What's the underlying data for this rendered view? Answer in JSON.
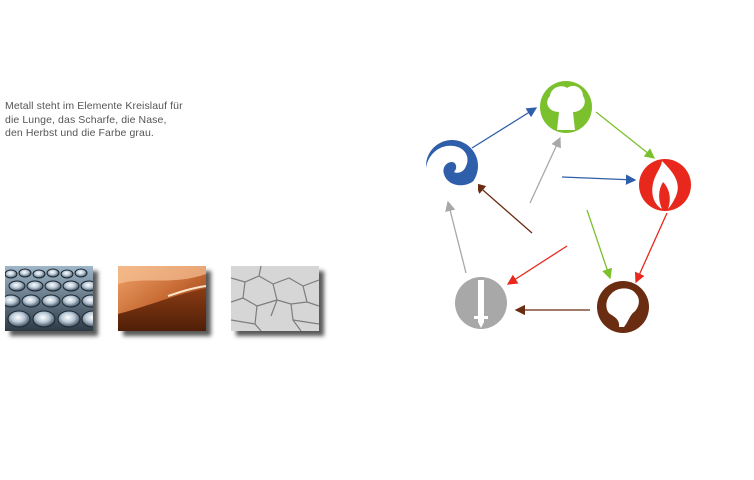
{
  "description_text": "Metall steht im Elemente Kreislauf für\ndie Lunge, das Scharfe, die Nase,\nden Herbst und die Farbe grau.",
  "thumbnails": [
    {
      "icon": "metal-cans-photo"
    },
    {
      "icon": "orange-sand-dune-photo"
    },
    {
      "icon": "cracked-dry-earth-photo"
    }
  ],
  "elements": [
    {
      "icon": "wood-tree-icon",
      "color": "#7bc02d"
    },
    {
      "icon": "fire-flame-icon",
      "color": "#e8281c"
    },
    {
      "icon": "earth-continent-icon",
      "color": "#6b2d12"
    },
    {
      "icon": "metal-sword-icon",
      "color": "#a8a8a8"
    },
    {
      "icon": "water-wave-icon",
      "color": "#2f5fab"
    }
  ],
  "arrow_colors": {
    "water_to_wood": "#2f5fab",
    "wood_to_fire": "#7bc02d",
    "fire_to_earth": "#e8281c",
    "earth_to_metal": "#6b2d12",
    "metal_to_water": "#a8a8a8"
  }
}
